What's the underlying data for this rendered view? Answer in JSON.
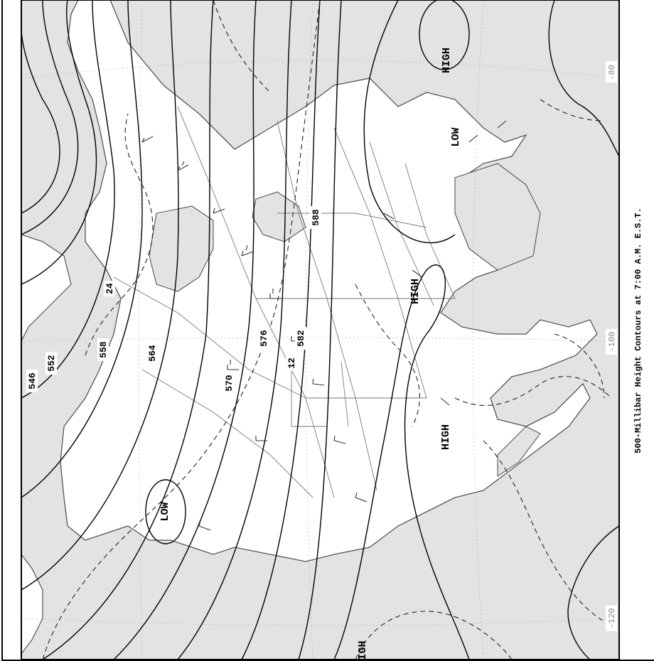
{
  "caption": "500-Millibar Height Contours at 7:00 A.M. E.S.T.",
  "pressure_labels": {
    "high_1": "HIGH",
    "high_2": "HIGH",
    "high_3": "HIGH",
    "high_4": "IGH",
    "low_1": "LOW",
    "low_2": "LOW"
  },
  "contour_labels": [
    "546",
    "552",
    "558",
    "564",
    "570",
    "576",
    "582",
    "588",
    "24",
    "12"
  ],
  "longitude_labels": [
    "-80",
    "-100",
    "-120"
  ],
  "colors": {
    "water": "#e3e3e3",
    "land": "#ffffff",
    "contour": "#000000"
  }
}
